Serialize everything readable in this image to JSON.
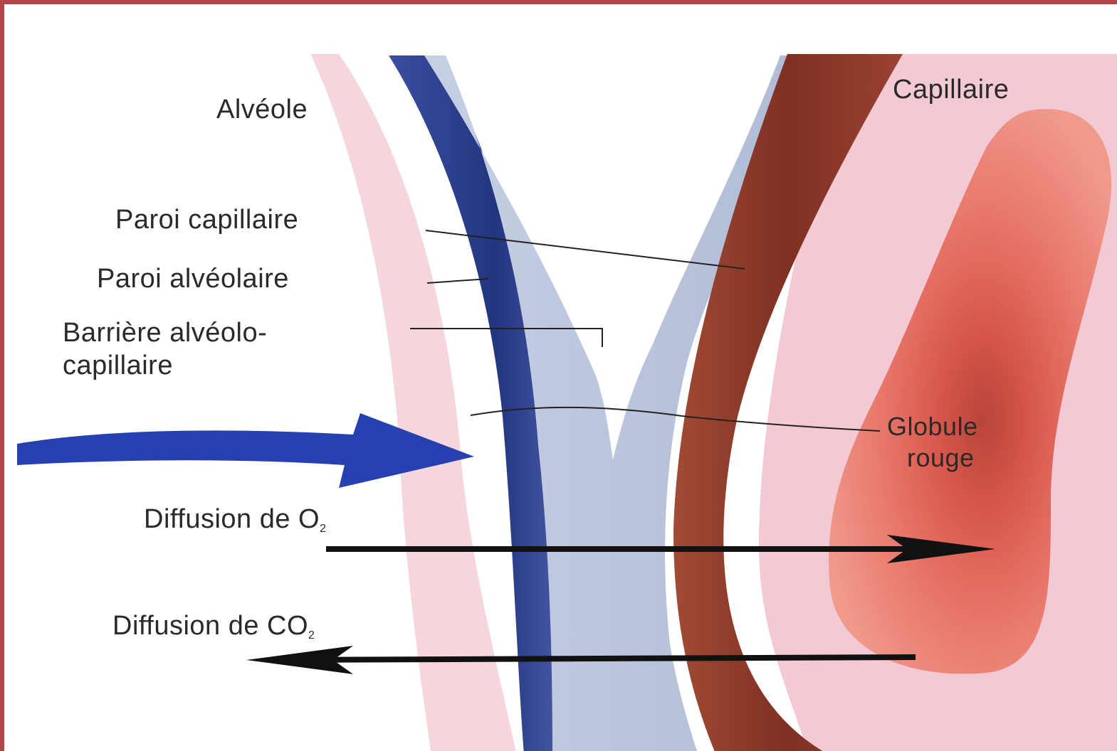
{
  "labels": {
    "alveole": "Alvéole",
    "capillaire": "Capillaire",
    "paroi_capillaire": "Paroi capillaire",
    "paroi_alveolaire": "Paroi alvéolaire",
    "barriere_line1": "Barrière alvéolo-",
    "barriere_line2": "capillaire",
    "globule_line1": "Globule",
    "globule_line2": "rouge",
    "diffusion_o2_prefix": "Diffusion de O",
    "diffusion_o2_sub": "2",
    "diffusion_co2_prefix": "Diffusion de CO",
    "diffusion_co2_sub": "2"
  },
  "colors": {
    "frame_border": "#b5474b",
    "alveolar_space": "#f4d6dc",
    "alveolar_wall_dark": "#2c3f8e",
    "membrane_light": "#bcc8de",
    "capillary_wall": "#8f3a2a",
    "capillary_lumen": "#f3c4d0",
    "red_blood_cell": "#e2685a",
    "blue_arrow": "#2740b0",
    "black_arrow": "#111111"
  }
}
